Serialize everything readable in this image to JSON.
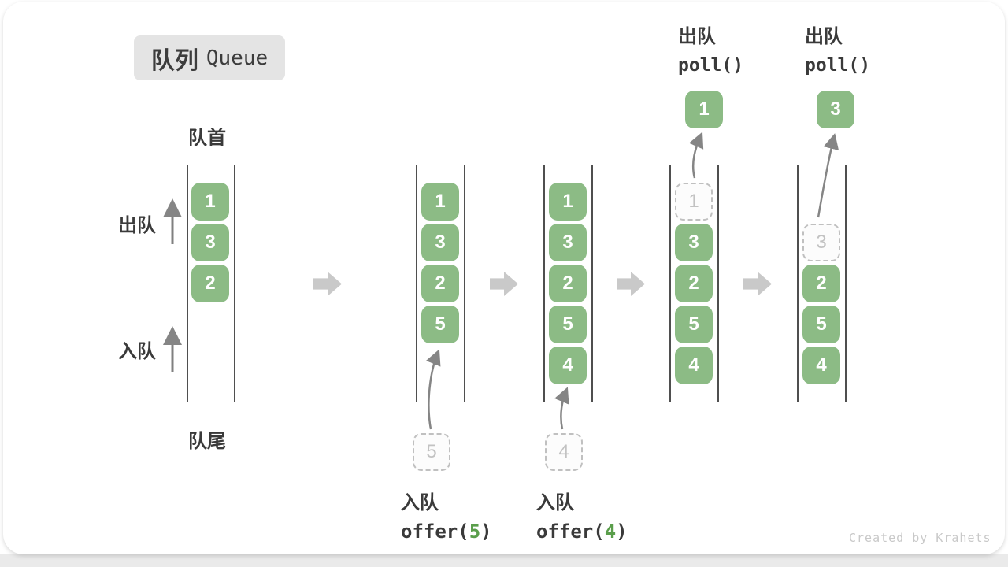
{
  "badge": {
    "title_zh": "队列",
    "title_en": "Queue"
  },
  "queue_labels": {
    "front": "队首",
    "rear": "队尾",
    "dequeue_side": "出队",
    "enqueue_side": "入队"
  },
  "states": {
    "s1": {
      "items": [
        "1",
        "3",
        "2"
      ]
    },
    "s2": {
      "items": [
        "1",
        "3",
        "2",
        "5"
      ],
      "incoming": "5"
    },
    "s3": {
      "items": [
        "1",
        "3",
        "2",
        "5",
        "4"
      ],
      "incoming": "4"
    },
    "s4": {
      "ghost": "1",
      "items": [
        "3",
        "2",
        "5",
        "4"
      ],
      "dequeued": "1",
      "op_label": "出队",
      "op_code": "poll()"
    },
    "s5": {
      "ghost": "3",
      "items": [
        "2",
        "5",
        "4"
      ],
      "dequeued": "3",
      "op_label": "出队",
      "op_code": "poll()"
    }
  },
  "operations": {
    "offer5": {
      "label": "入队",
      "code_pre": "offer(",
      "arg": "5",
      "code_post": ")"
    },
    "offer4": {
      "label": "入队",
      "code_pre": "offer(",
      "arg": "4",
      "code_post": ")"
    }
  },
  "credit": "Created by Krahets",
  "colors": {
    "box_green": "#8cbb85",
    "arg_green": "#5a9e4b",
    "wall_gray": "#4f4f4f",
    "block_arrow_gray": "#c9c9c9",
    "ghost_gray": "#c2c2c2"
  }
}
